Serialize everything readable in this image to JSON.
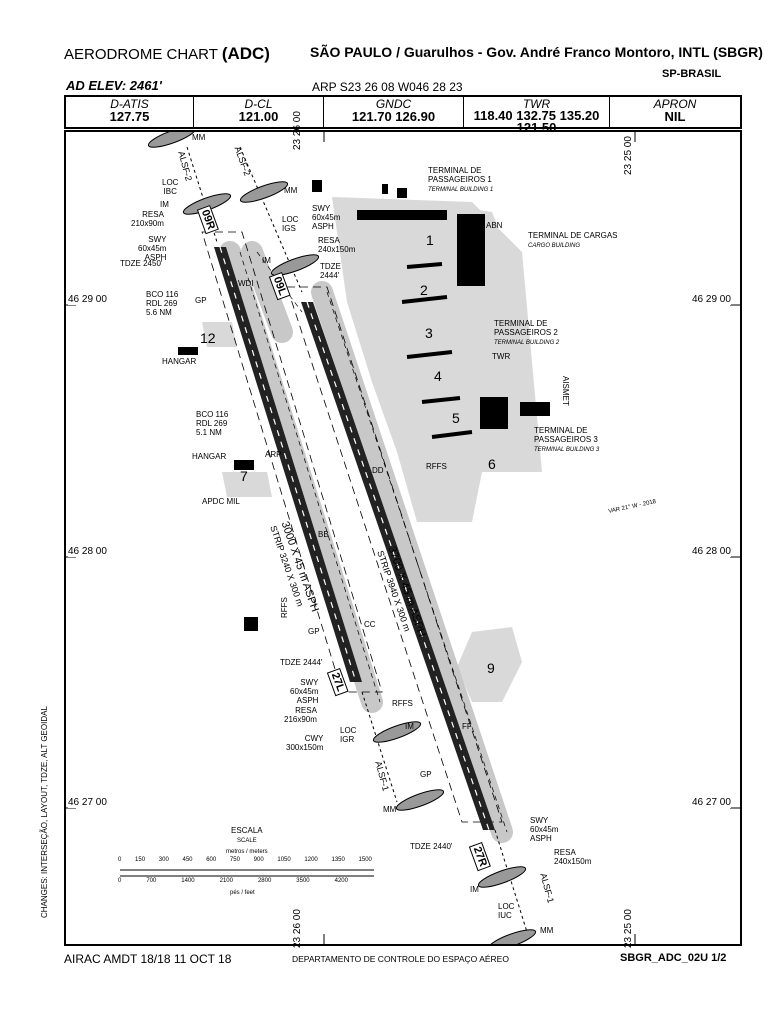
{
  "header": {
    "chart_type": "AERODROME CHART",
    "chart_code": "(ADC)",
    "airport": "SÃO PAULO / Guarulhos - Gov. André Franco Montoro, INTL (SBGR)",
    "country": "SP-BRASIL",
    "elevation": "AD ELEV: 2461'",
    "arp": "ARP S23 26 08 W046 28 23"
  },
  "frequencies": [
    {
      "label": "D-ATIS",
      "value": "127.75"
    },
    {
      "label": "D-CL",
      "value": "121.00"
    },
    {
      "label": "GNDC",
      "value": "121.70 126.90"
    },
    {
      "label": "TWR",
      "value": "118.40 132.75 135.20 121.50"
    },
    {
      "label": "APRON",
      "value": "NIL"
    }
  ],
  "coords": {
    "lat_2900": "46 29 00",
    "lat_2800": "46 28 00",
    "lat_2700": "46 27 00",
    "lon_2600": "23 26 00",
    "lon_2500": "23 25 00"
  },
  "runways": {
    "rwy1_dims": "3000 X 45 m ASPH",
    "rwy1_strip": "STRIP 3240 X 300 m",
    "rwy2_dims": "3700 X 45 m ASPH",
    "rwy2_strip": "STRIP 3940 X 300 m",
    "rwy_09r": "09R",
    "rwy_09l": "09L",
    "rwy_27l": "27L",
    "rwy_27r": "27R"
  },
  "labels": {
    "mm": "MM",
    "im": "IM",
    "alsf2": "ALSF-2",
    "alsf1": "ALSF-1",
    "loc_ibc": "LOC",
    "ibc": "IBC",
    "loc_igs": "LOC",
    "igs": "IGS",
    "loc_igr": "LOC",
    "igr": "IGR",
    "loc_iuc": "LOC",
    "iuc": "IUC",
    "resa_210": "RESA",
    "resa_210_dim": "210x90m",
    "swy_60": "SWY",
    "swy_60_dim": "60x45m",
    "asph": "ASPH",
    "resa_240": "RESA",
    "resa_240_dim": "240x150m",
    "resa_216": "RESA",
    "resa_216_dim": "216x90m",
    "cwy": "CWY",
    "cwy_dim": "300x150m",
    "tdze_2450": "TDZE 2450'",
    "tdze_2444": "TDZE",
    "tdze_2444_val": "2444'",
    "tdze_2444b": "TDZE 2444'",
    "tdze_2440": "TDZE 2440'",
    "bco1": "BCO 116",
    "bco1_rdl": "RDL 269",
    "bco1_nm": "5.6 NM",
    "bco2": "BCO 116",
    "bco2_rdl": "RDL 269",
    "bco2_nm": "5.1 NM",
    "hangar": "HANGAR",
    "apdc": "APDC MIL",
    "gp": "GP",
    "arp_lbl": "ARP",
    "rffs": "RFFS",
    "wdi": "WDI",
    "twr": "TWR",
    "aismet": "AISMET",
    "abn": "ABN",
    "term1": "TERMINAL DE",
    "term1b": "PASSAGEIROS 1",
    "term1_en": "TERMINAL BUILDING 1",
    "cargo": "TERMINAL DE CARGAS",
    "cargo_en": "CARGO BUILDING",
    "term2": "TERMINAL DE",
    "term2b": "PASSAGEIROS 2",
    "term2_en": "TERMINAL BUILDING 2",
    "term3": "TERMINAL DE",
    "term3b": "PASSAGEIROS 3",
    "term3_en": "TERMINAL BUILDING 3",
    "var": "VAR 21° W - 2018",
    "scale_title": "ESCALA",
    "scale_sub": "SCALE",
    "scale_m": "metros / meters",
    "scale_ft": "pés / feet",
    "apron_1": "1",
    "apron_2": "2",
    "apron_3": "3",
    "apron_4": "4",
    "apron_5": "5",
    "apron_6": "6",
    "apron_7": "7",
    "apron_9": "9",
    "apron_12": "12",
    "twy_bb": "BB",
    "twy_cc": "CC",
    "twy_dd": "DD",
    "twy_ff": "FF"
  },
  "scale": {
    "meters": [
      "0",
      "150",
      "300",
      "450",
      "600",
      "750",
      "900",
      "1050",
      "1200",
      "1350",
      "1500"
    ],
    "feet": [
      "0",
      "700",
      "1400",
      "2100",
      "2800",
      "3500",
      "4200"
    ]
  },
  "footer": {
    "airac": "AIRAC AMDT 18/18 11 OCT 18",
    "dept": "DEPARTAMENTO DE CONTROLE DO ESPAÇO AÉREO",
    "code": "SBGR_ADC_02U 1/2",
    "side_note": "CHANGES: INTERSEÇÃO, LAYOUT, TDZE, ALT GEOIDAL"
  }
}
